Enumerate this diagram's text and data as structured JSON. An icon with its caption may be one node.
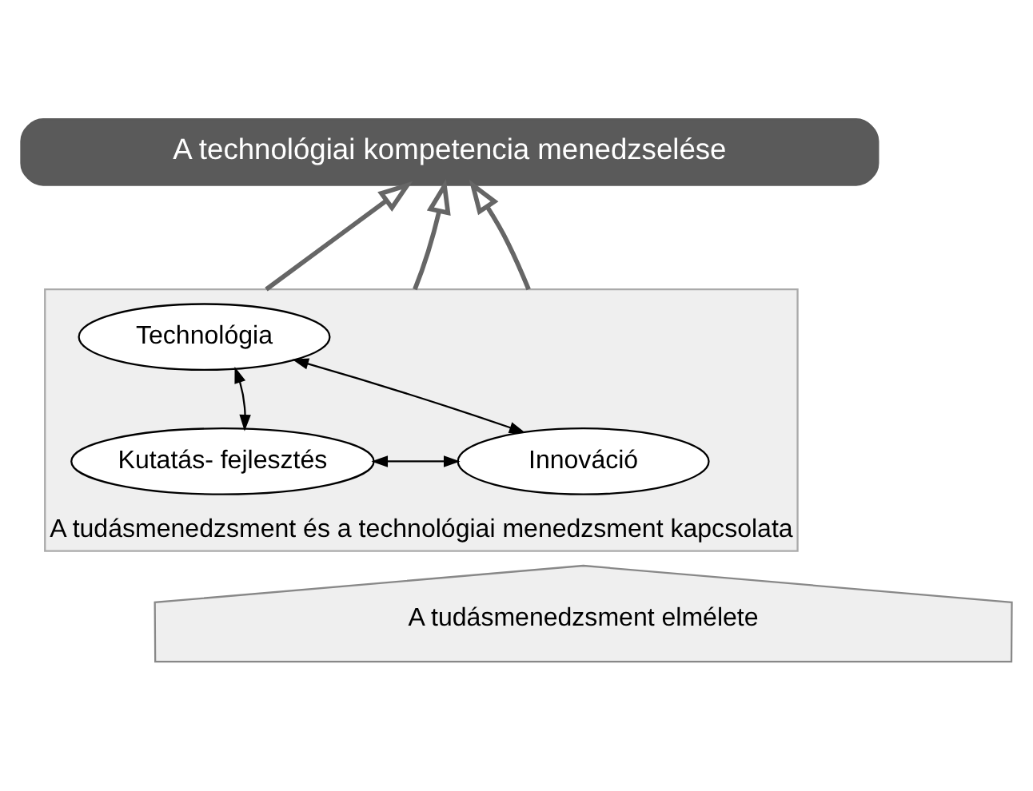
{
  "diagram": {
    "nodes": [
      {
        "text": [
          "A technológiai kompetencia menedzselése"
        ]
      },
      {
        "text": [
          "A tudásmenedzsment és a technológiai menedzsment kapcsolata"
        ]
      },
      {
        "text": [
          "Technológia"
        ],
        "in": 1
      },
      {
        "text": [
          "Kutatás- fejlesztés"
        ],
        "in": 1
      },
      {
        "text": [
          "Innováció"
        ],
        "in": 1
      },
      {
        "text": [
          "A tudásmenedzsment elmélete"
        ]
      }
    ],
    "edges": [
      {
        "from": 2,
        "to": 3,
        "arrow": "both"
      },
      {
        "from": 2,
        "to": 4,
        "arrow": "both"
      },
      {
        "from": 3,
        "to": 4,
        "arrow": "both"
      },
      {
        "from": 1,
        "to": 0,
        "arrow": "to",
        "style": "thick",
        "color": "#666666"
      },
      {
        "from": 1,
        "to": 0,
        "arrow": "to",
        "style": "thick",
        "color": "#666666"
      },
      {
        "from": 1,
        "to": 0,
        "arrow": "to",
        "style": "thick",
        "color": "#666666"
      }
    ]
  }
}
